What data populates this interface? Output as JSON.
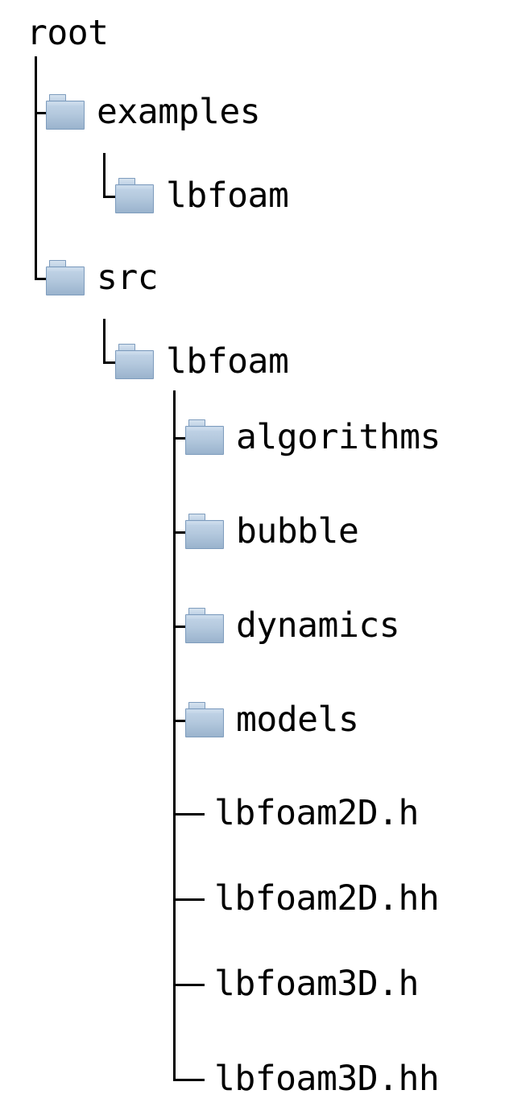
{
  "diagram": {
    "type": "file-tree",
    "root": {
      "label": "root",
      "icon": "none"
    },
    "nodes": [
      {
        "label": "examples",
        "icon": "folder-icon",
        "depth": 1,
        "kind": "folder"
      },
      {
        "label": "lbfoam",
        "icon": "folder-icon",
        "depth": 2,
        "kind": "folder"
      },
      {
        "label": "src",
        "icon": "folder-icon",
        "depth": 1,
        "kind": "folder"
      },
      {
        "label": "lbfoam",
        "icon": "folder-icon",
        "depth": 2,
        "kind": "folder"
      },
      {
        "label": "algorithms",
        "icon": "folder-icon",
        "depth": 3,
        "kind": "folder"
      },
      {
        "label": "bubble",
        "icon": "folder-icon",
        "depth": 3,
        "kind": "folder"
      },
      {
        "label": "dynamics",
        "icon": "folder-icon",
        "depth": 3,
        "kind": "folder"
      },
      {
        "label": "models",
        "icon": "folder-icon",
        "depth": 3,
        "kind": "folder"
      },
      {
        "label": "lbfoam2D.h",
        "icon": "none",
        "depth": 3,
        "kind": "file"
      },
      {
        "label": "lbfoam2D.hh",
        "icon": "none",
        "depth": 3,
        "kind": "file"
      },
      {
        "label": "lbfoam3D.h",
        "icon": "none",
        "depth": 3,
        "kind": "file"
      },
      {
        "label": "lbfoam3D.hh",
        "icon": "none",
        "depth": 3,
        "kind": "file"
      }
    ],
    "colors": {
      "line": "#000000",
      "folder_fill_top": "#c3d5e8",
      "folder_fill_bottom": "#9ab3cd",
      "folder_border": "#7e9cbd",
      "text": "#000000",
      "background": "#ffffff"
    }
  }
}
